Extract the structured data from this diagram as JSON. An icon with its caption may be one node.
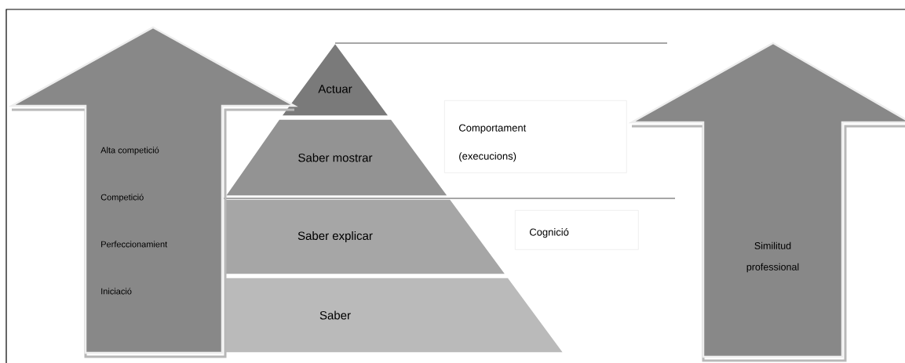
{
  "diagram": {
    "nodes": [
      {
        "text": [
          "Alta competició",
          "Competició",
          "Perfeccionamient",
          "Iniciació"
        ]
      },
      {
        "text": [
          "Actuar"
        ]
      },
      {
        "text": [
          "Saber mostrar"
        ]
      },
      {
        "text": [
          "Saber explicar"
        ]
      },
      {
        "text": [
          "Saber"
        ]
      },
      {
        "text": [
          "Comportament (execucions)"
        ]
      },
      {
        "text": [
          "Cognició"
        ]
      },
      {
        "text": [
          "Similitud professional"
        ]
      }
    ]
  }
}
